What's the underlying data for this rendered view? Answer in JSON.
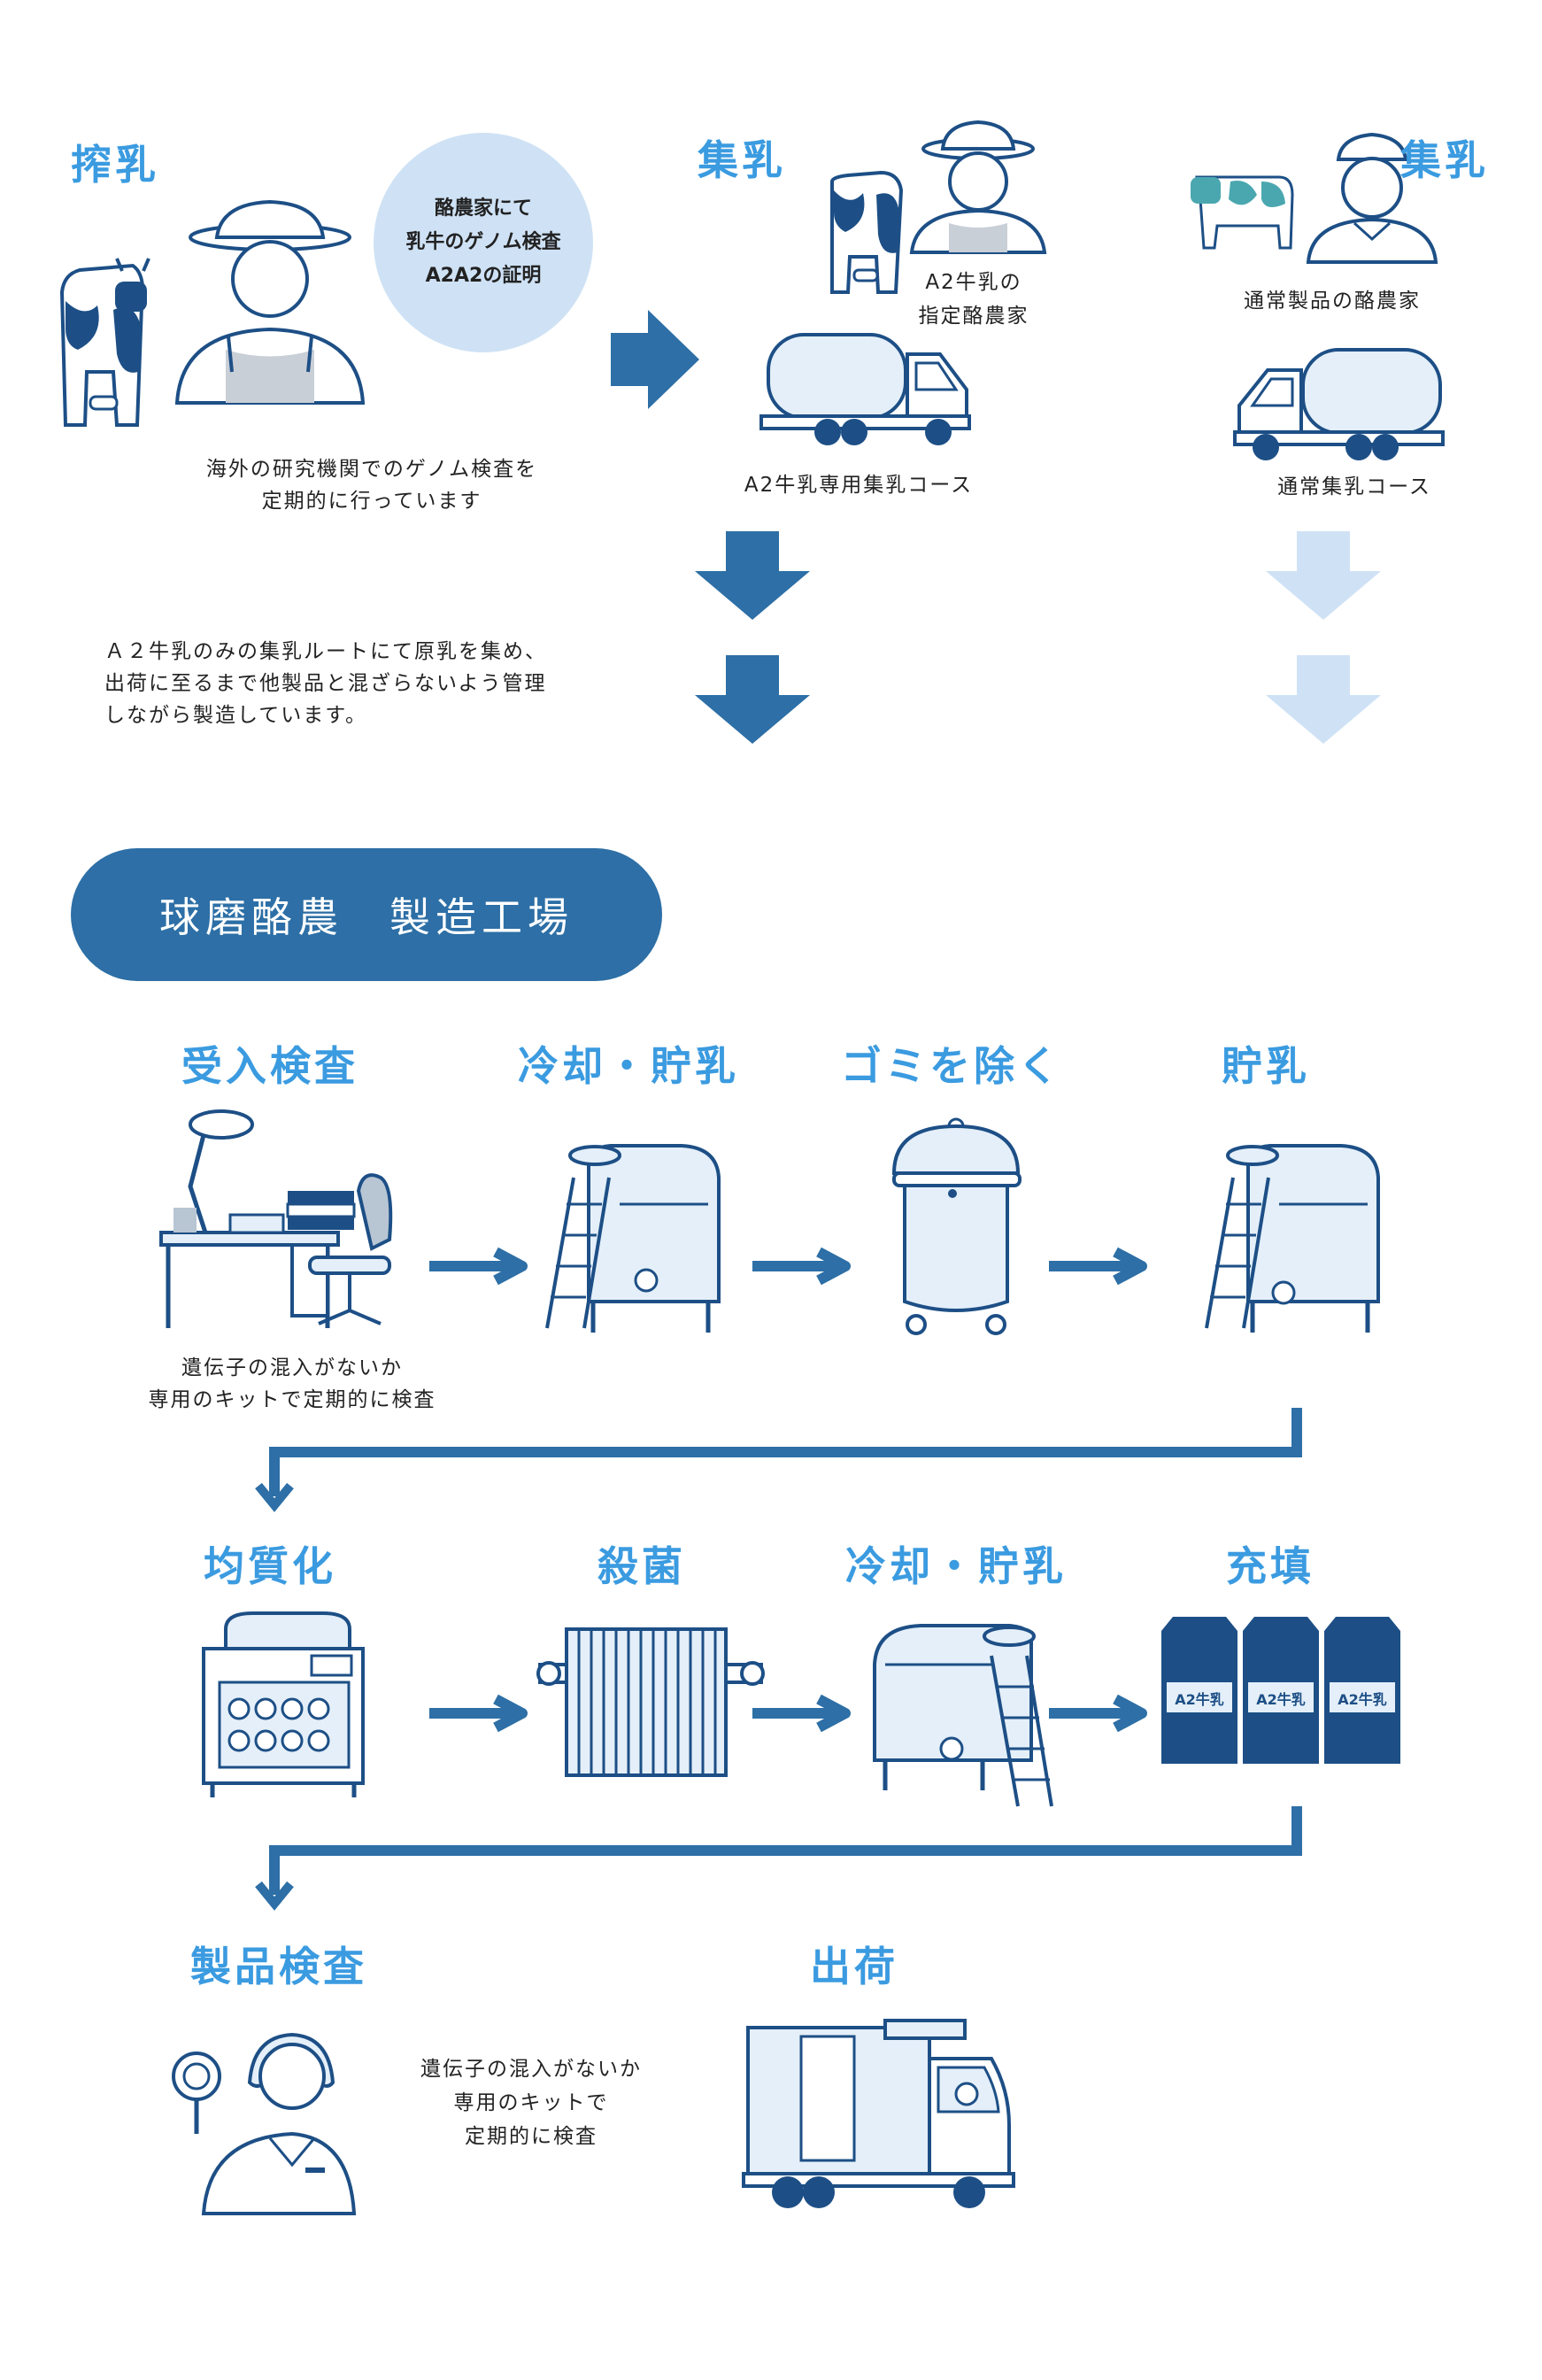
{
  "top": {
    "milking_title": "搾乳",
    "bubble": [
      "酪農家にて",
      "乳牛のゲノム検査",
      "A2A2の証明"
    ],
    "milking_note": [
      "海外の研究機関でのゲノム検査を",
      "定期的に行っています"
    ],
    "collect_a2_title": "集乳",
    "a2_farmer": [
      "A2牛乳の",
      "指定酪農家"
    ],
    "a2_route": "A2牛乳専用集乳コース",
    "collect_normal_title": "集乳",
    "normal_farmer": "通常製品の酪農家",
    "normal_route": "通常集乳コース",
    "route_note": [
      "Ａ２牛乳のみの集乳ルートにて原乳を集め、",
      "出荷に至るまで他製品と混ざらないよう管理",
      "しながら製造しています。"
    ]
  },
  "factory": {
    "banner": "球磨酪農　製造工場",
    "row1": [
      "受入検査",
      "冷却・貯乳",
      "ゴミを除く",
      "貯乳"
    ],
    "inspection_note": [
      "遺伝子の混入がないか",
      "専用のキットで定期的に検査"
    ],
    "row2": [
      "均質化",
      "殺菌",
      "冷却・貯乳",
      "充填"
    ],
    "carton_label": "A2牛乳",
    "row3": [
      "製品検査",
      "出荷"
    ],
    "product_note": [
      "遺伝子の混入がないか",
      "専用のキットで",
      "定期的に検査"
    ]
  },
  "colors": {
    "heading": "#3b9be0",
    "dark_blue": "#2d6fa6",
    "navy": "#1d4f86",
    "light_blue": "#cfe2f5",
    "pale_fill": "#e4eff9"
  }
}
